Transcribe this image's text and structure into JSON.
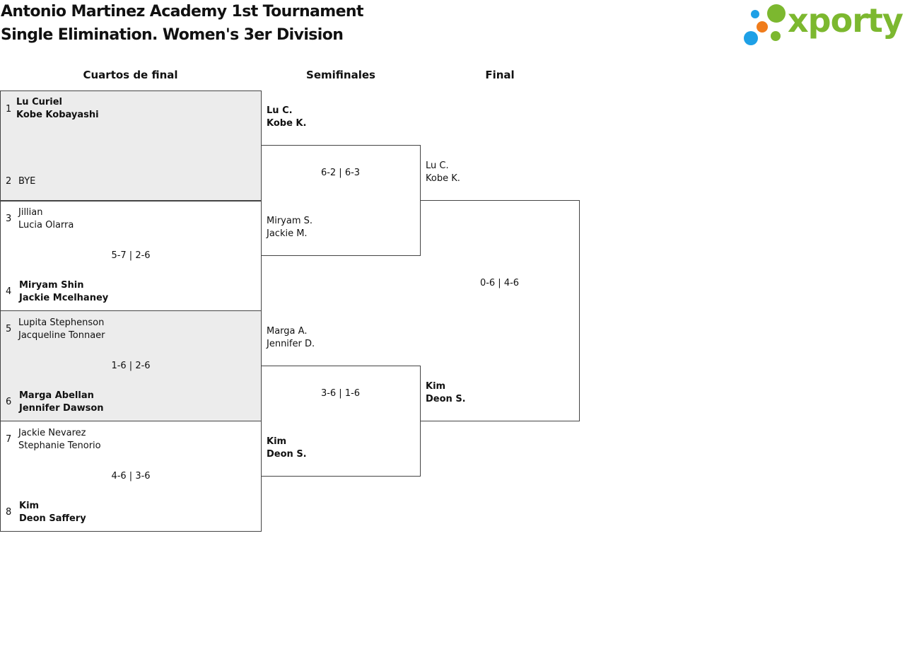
{
  "header": {
    "title_line1": "Antonio Martinez Academy 1st Tournament",
    "title_line2": "Single Elimination. Women's 3er Division",
    "logo_text": "xporty",
    "brand_color": "#7cb82f"
  },
  "rounds": {
    "quarterfinals": "Cuartos de final",
    "semifinals": "Semifinales",
    "final": "Final"
  },
  "quarterfinals": [
    {
      "top": {
        "seed": "1",
        "p1": "Lu Curiel",
        "p2": "Kobe Kobayashi"
      },
      "bottom": {
        "seed": "2",
        "p1": "BYE",
        "p2": ""
      },
      "score": ""
    },
    {
      "top": {
        "seed": "3",
        "p1": "Jillian",
        "p2": "Lucia Olarra"
      },
      "bottom": {
        "seed": "4",
        "p1": "Miryam Shin",
        "p2": "Jackie Mcelhaney"
      },
      "score": "5-7 | 2-6"
    },
    {
      "top": {
        "seed": "5",
        "p1": "Lupita Stephenson",
        "p2": "Jacqueline Tonnaer"
      },
      "bottom": {
        "seed": "6",
        "p1": "Marga Abellan",
        "p2": "Jennifer Dawson"
      },
      "score": "1-6 | 2-6"
    },
    {
      "top": {
        "seed": "7",
        "p1": "Jackie Nevarez",
        "p2": "Stephanie Tenorio"
      },
      "bottom": {
        "seed": "8",
        "p1": "Kim",
        "p2": "Deon Saffery"
      },
      "score": "4-6 | 3-6"
    }
  ],
  "semifinals": [
    {
      "top": {
        "p1": "Lu C.",
        "p2": "Kobe K."
      },
      "bottom": {
        "p1": "Miryam S.",
        "p2": "Jackie M."
      },
      "score": "6-2 | 6-3"
    },
    {
      "top": {
        "p1": "Marga A.",
        "p2": "Jennifer D."
      },
      "bottom": {
        "p1": "Kim",
        "p2": "Deon S."
      },
      "score": "3-6 | 1-6"
    }
  ],
  "final": {
    "top": {
      "p1": "Lu C.",
      "p2": "Kobe K."
    },
    "bottom": {
      "p1": "Kim",
      "p2": "Deon S."
    },
    "score": "0-6 | 4-6"
  }
}
